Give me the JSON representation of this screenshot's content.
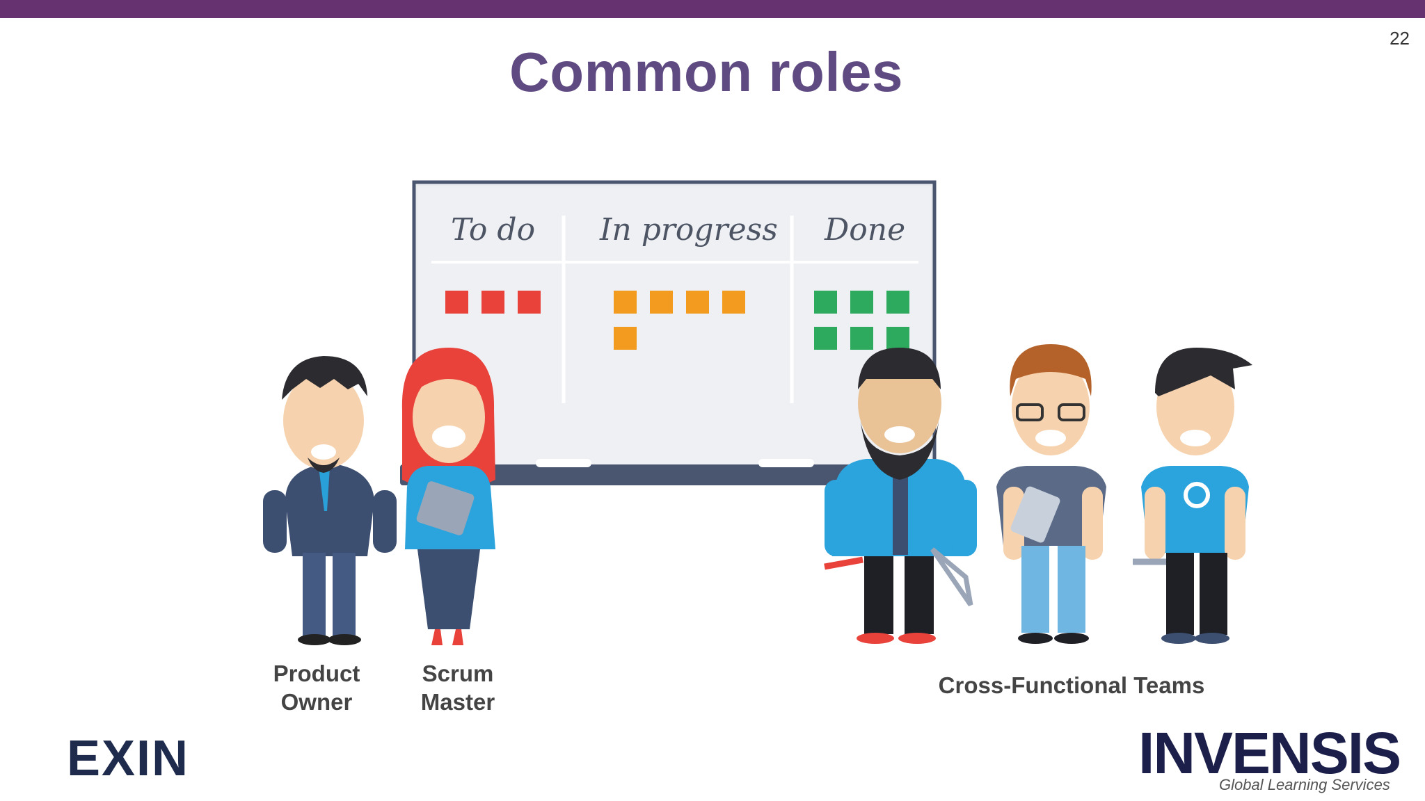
{
  "slide": {
    "number": "22",
    "title": "Common roles",
    "colors": {
      "topbar": "#66326f",
      "title": "#5f4a82"
    }
  },
  "board": {
    "columns": [
      {
        "label": "To do",
        "sticky_count": 3,
        "color": "#e8423b"
      },
      {
        "label": "In progress",
        "sticky_count": 5,
        "color": "#f39b1f"
      },
      {
        "label": "Done",
        "sticky_count": 6,
        "color": "#2eaa5f"
      }
    ]
  },
  "roles": {
    "product_owner": [
      "Product",
      "Owner"
    ],
    "scrum_master": [
      "Scrum",
      "Master"
    ],
    "team": "Cross-Functional Teams"
  },
  "logos": {
    "left": "EXIN",
    "right": "INVENSIS",
    "right_tagline": "Global Learning Services"
  }
}
